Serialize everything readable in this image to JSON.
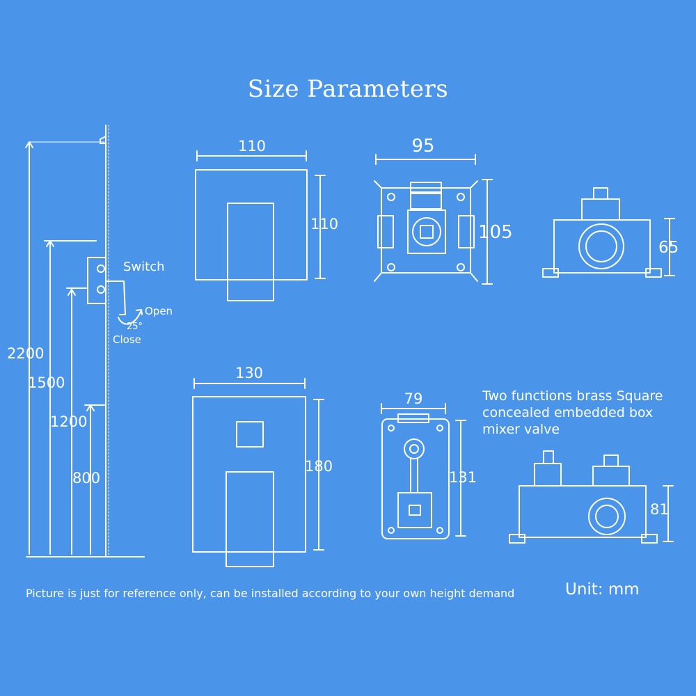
{
  "title": "Size Parameters",
  "install": {
    "heights": [
      "2200",
      "1500",
      "1200",
      "800"
    ],
    "switch_label": "Switch",
    "open_label": "Open",
    "close_label": "Close",
    "angle_label": "25°"
  },
  "dimensions": {
    "cover_small_width": "110",
    "cover_small_height": "110",
    "box_top_width": "95",
    "box_top_height": "105",
    "box_side_height": "65",
    "cover_large_width": "130",
    "cover_large_height": "180",
    "box2_top_width": "79",
    "box2_top_height": "131",
    "box2_side_height": "81"
  },
  "description": [
    "Two functions brass Square",
    "concealed embedded box",
    "mixer valve"
  ],
  "note": "Picture is just for reference only, can be installed according to your own height demand",
  "unit": "Unit: mm",
  "colors": {
    "background": "#4a95ea",
    "line": "#ffffff"
  }
}
